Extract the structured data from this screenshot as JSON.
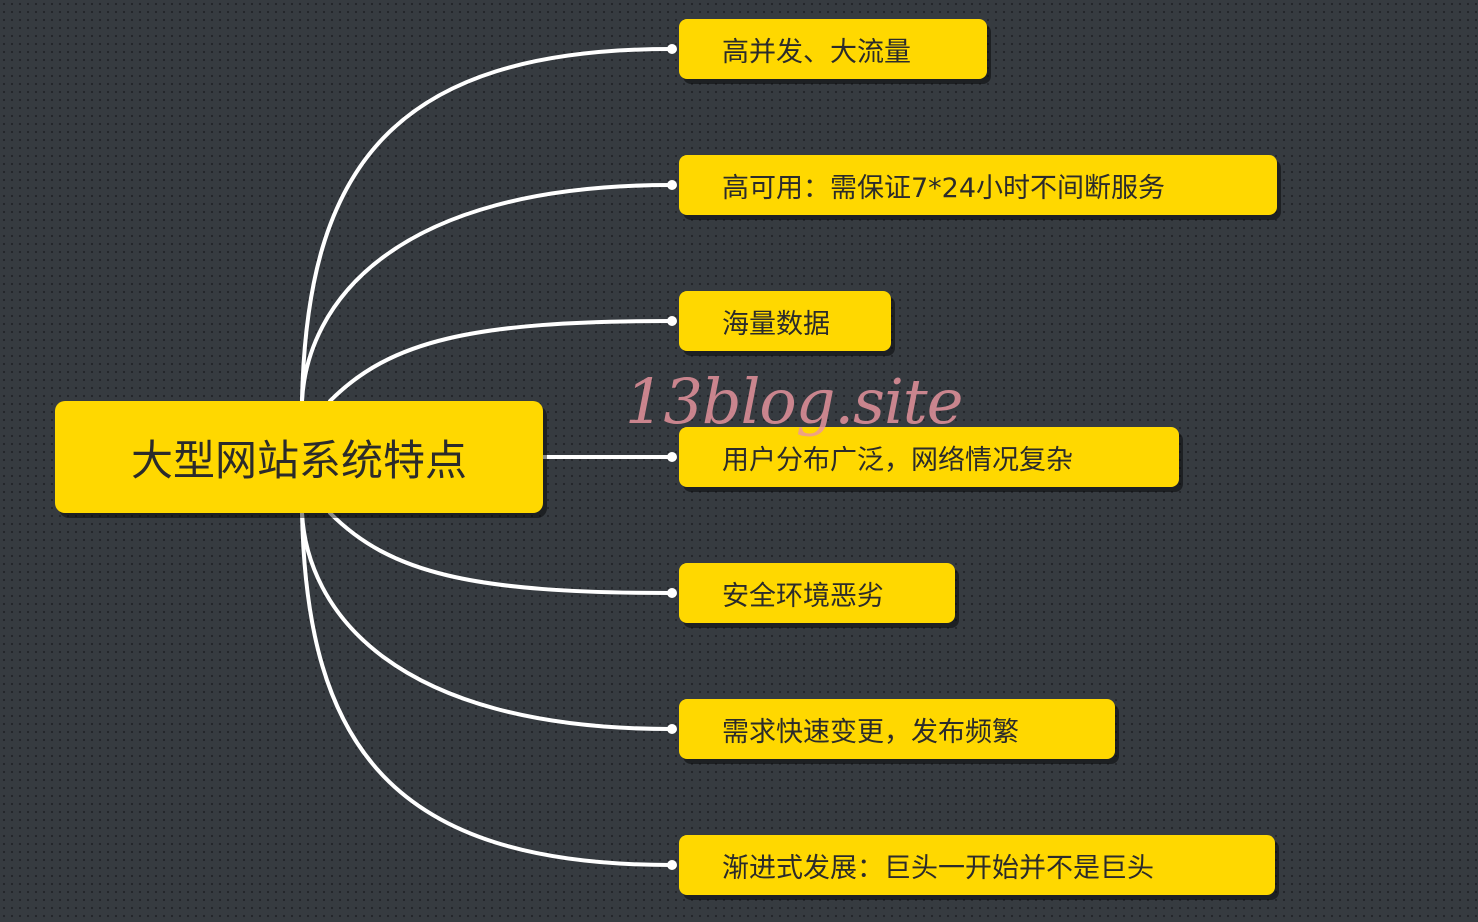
{
  "root": {
    "label": "大型网站系统特点"
  },
  "branches": [
    {
      "id": "high-concurrency",
      "label": "高并发、大流量"
    },
    {
      "id": "high-availability",
      "label": "高可用：需保证7*24小时不间断服务"
    },
    {
      "id": "massive-data",
      "label": "海量数据"
    },
    {
      "id": "distributed-users",
      "label": "用户分布广泛，网络情况复杂"
    },
    {
      "id": "harsh-security",
      "label": "安全环境恶劣"
    },
    {
      "id": "fast-changes",
      "label": "需求快速变更，发布频繁"
    },
    {
      "id": "gradual-growth",
      "label": "渐进式发展：巨头一开始并不是巨头"
    }
  ],
  "watermark": {
    "text": "13blog.site"
  },
  "colors": {
    "background": "#363b40",
    "node_fill": "#ffd800",
    "connector": "#ffffff",
    "watermark": "#ec96a0"
  }
}
